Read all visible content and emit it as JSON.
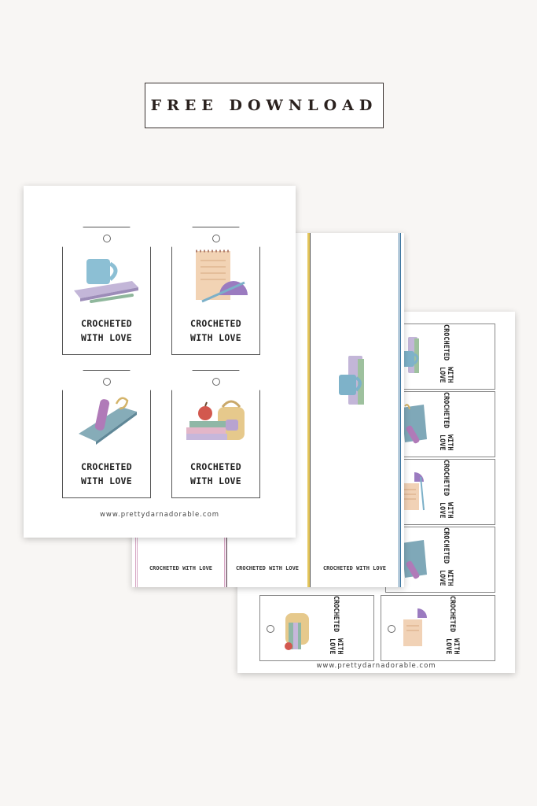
{
  "banner": {
    "text": "FREE DOWNLOAD"
  },
  "tag_text": {
    "line1": "CROCHETED",
    "line2": "WITH LOVE"
  },
  "bookmark_text": "CROCHETED WITH LOVE",
  "website": "www.prettydarnadorable.com",
  "colors": {
    "background": "#f8f6f4",
    "stripe_yellow": "#e4c65c",
    "stripe_blue": "#2f6b98",
    "stripe_purple": "#9a7ab8",
    "stripe_pink": "#d6a6c4"
  },
  "icons": [
    "mug-book-icon",
    "notepad-protractor-icon",
    "book-pen-icon",
    "books-apple-backpack-icon"
  ]
}
